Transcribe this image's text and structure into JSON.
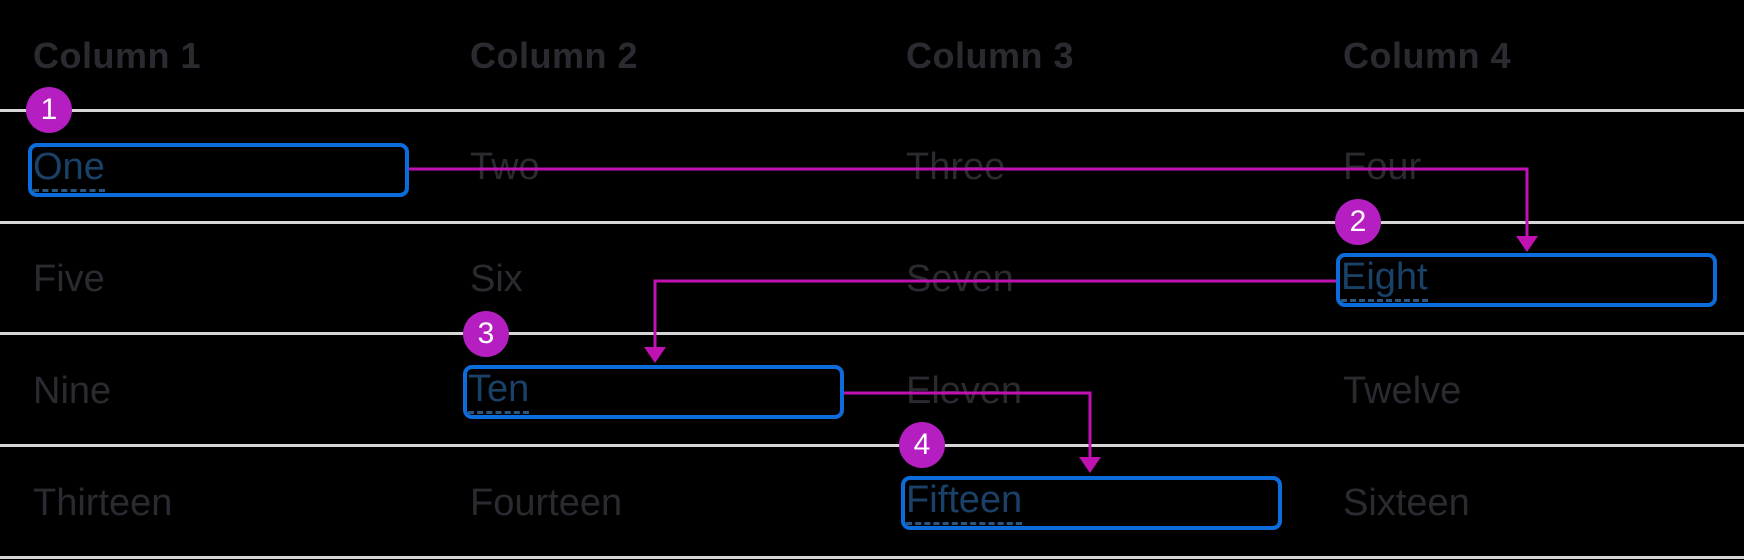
{
  "table": {
    "headers": [
      "Column 1",
      "Column 2",
      "Column 3",
      "Column 4"
    ],
    "rows": [
      {
        "cells": [
          {
            "label": "One",
            "focused": true
          },
          {
            "label": "Two",
            "focused": false
          },
          {
            "label": "Three",
            "focused": false
          },
          {
            "label": "Four",
            "focused": false
          }
        ]
      },
      {
        "cells": [
          {
            "label": "Five",
            "focused": false
          },
          {
            "label": "Six",
            "focused": false
          },
          {
            "label": "Seven",
            "focused": false
          },
          {
            "label": "Eight",
            "focused": true
          }
        ]
      },
      {
        "cells": [
          {
            "label": "Nine",
            "focused": false
          },
          {
            "label": "Ten",
            "focused": true
          },
          {
            "label": "Eleven",
            "focused": false
          },
          {
            "label": "Twelve",
            "focused": false
          }
        ]
      },
      {
        "cells": [
          {
            "label": "Thirteen",
            "focused": false
          },
          {
            "label": "Fourteen",
            "focused": false
          },
          {
            "label": "Fifteen",
            "focused": true
          },
          {
            "label": "Sixteen",
            "focused": false
          }
        ]
      }
    ]
  },
  "annotations": {
    "steps": [
      {
        "number": "1",
        "cell": "One"
      },
      {
        "number": "2",
        "cell": "Eight"
      },
      {
        "number": "3",
        "cell": "Ten"
      },
      {
        "number": "4",
        "cell": "Fifteen"
      }
    ],
    "flow": [
      {
        "from": "One",
        "to": "Eight"
      },
      {
        "from": "Eight",
        "to": "Ten"
      },
      {
        "from": "Ten",
        "to": "Fifteen"
      }
    ]
  },
  "colors": {
    "background": "#000000",
    "row_line": "#d7d7d7",
    "muted_text": "#2b2a31",
    "focus_ring": "#0c6cdb",
    "focused_text": "#1a4168",
    "focused_underline": "#2a5680",
    "flow_arrow": "#c011b2",
    "step_badge": "#b51ec0",
    "step_number_text": "#ffffff"
  }
}
